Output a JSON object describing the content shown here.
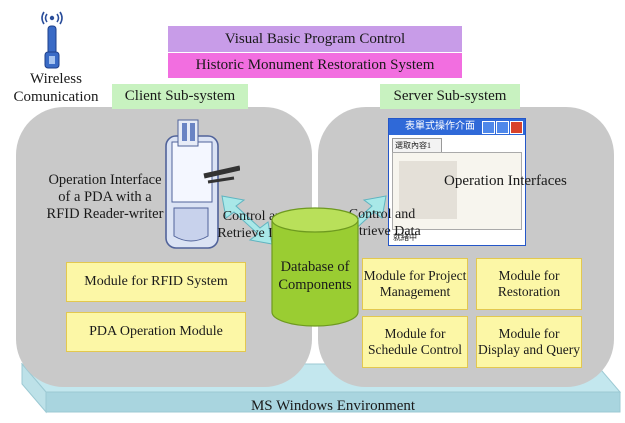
{
  "header": {
    "program_control": "Visual Basic Program Control",
    "system_name": "Historic Monument Restoration System"
  },
  "wireless": {
    "icon": "antenna-icon",
    "line1": "Wireless",
    "line2": "Comunication"
  },
  "client": {
    "label": "Client Sub-system",
    "interface_label_1": "Operation Interface",
    "interface_label_2": "of a PDA with a",
    "interface_label_3": "RFID Reader-writer",
    "arrow_label_1": "Control and",
    "arrow_label_2": "Retrieve Data",
    "modules": [
      "Module for RFID System",
      "PDA Operation Module"
    ]
  },
  "server": {
    "label": "Server Sub-system",
    "interface_label": "Operation Interfaces",
    "arrow_label_1": "Control and",
    "arrow_label_2": "Retrieve Data",
    "window_title": "表單式操作介面",
    "window_tab": "選取內容1",
    "window_status": "就緒中",
    "modules": [
      "Module for Project Management",
      "Module for Restoration",
      "Module for Schedule Control",
      "Module for Display and Query"
    ]
  },
  "database": {
    "line1": "Database of",
    "line2": "Components"
  },
  "platform": {
    "label": "MS Windows Environment"
  },
  "colors": {
    "program_control": "#c89ce8",
    "system_bar": "#f26ee0",
    "subsystem_label": "#c8f2c0",
    "panel": "#c9c9c9",
    "module": "#fcf7a6",
    "database": "#9acd32",
    "platform": "#b8e0e8",
    "arrow": "#a8e8e8"
  }
}
